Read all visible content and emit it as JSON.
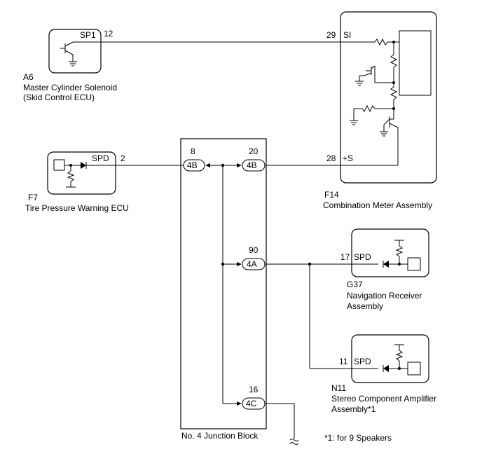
{
  "components": {
    "a6": {
      "code": "A6",
      "name_line1": "Master Cylinder Solenoid",
      "name_line2": "(Skid Control ECU)",
      "terminal": "SP1",
      "pin": "12"
    },
    "f7": {
      "code": "F7",
      "name": "Tire Pressure Warning ECU",
      "terminal": "SPD",
      "pin": "2"
    },
    "f14": {
      "code": "F14",
      "name": "Combination Meter Assembly",
      "terminal_si": "SI",
      "pin_si": "29",
      "terminal_s": "+S",
      "pin_s": "28"
    },
    "g37": {
      "code": "G37",
      "name_line1": "Navigation Receiver",
      "name_line2": "Assembly",
      "terminal": "SPD",
      "pin": "17"
    },
    "n11": {
      "code": "N11",
      "name_line1": "Stereo Component Amplifier",
      "name_line2": "Assembly*1",
      "terminal": "SPD",
      "pin": "11"
    },
    "junction_block": {
      "name": "No. 4 Junction Block",
      "connectors": [
        {
          "id": "4B",
          "pin": "8"
        },
        {
          "id": "4B",
          "pin": "20"
        },
        {
          "id": "4A",
          "pin": "90"
        },
        {
          "id": "4C",
          "pin": "16"
        }
      ]
    }
  },
  "footnote": "*1: for 9 Speakers"
}
